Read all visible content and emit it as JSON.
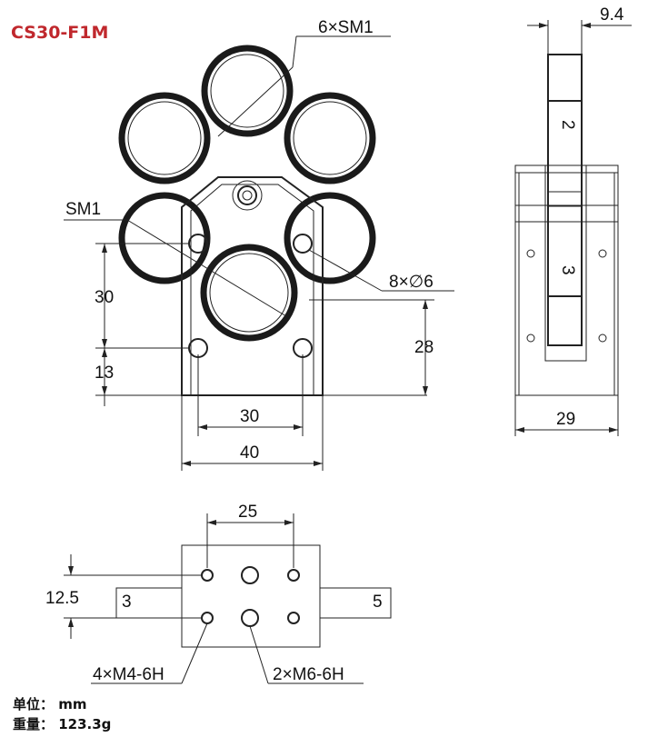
{
  "title": "CS30-F1M",
  "labels": {
    "six_sm1": "6×SM1",
    "sm1": "SM1",
    "holes": "8×∅6",
    "m4": "4×M4-6H",
    "m6": "2×M6-6H",
    "slot2": "2",
    "slot3": "3",
    "slot3b": "3",
    "slot5": "5"
  },
  "dimensions": {
    "d30v": "30",
    "d13": "13",
    "d28": "28",
    "d30h": "30",
    "d40": "40",
    "d94": "9.4",
    "d29": "29",
    "d25": "25",
    "d125": "12.5"
  },
  "info": {
    "unit": "单位： mm",
    "weight": "重量： 123.3g"
  }
}
